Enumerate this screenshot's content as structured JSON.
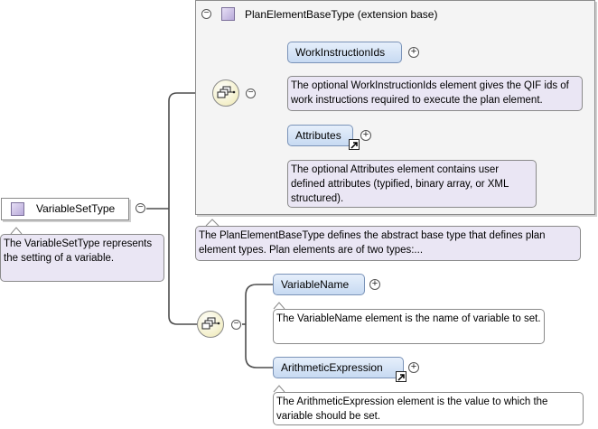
{
  "extension_group": {
    "title": "PlanElementBaseType (extension base)",
    "doc": "The PlanElementBaseType defines the abstract base type that defines plan element types. Plan elements are of two types:..."
  },
  "root_type": {
    "label": "VariableSetType",
    "doc": "The VariableSetType represents the setting of a variable."
  },
  "elements": {
    "work_instruction_ids": {
      "label": "WorkInstructionIds",
      "doc": "The optional WorkInstructionIds element gives the QIF ids of work instructions required to execute the plan element."
    },
    "attributes": {
      "label": "Attributes",
      "doc": "The optional Attributes element contains user defined attributes (typified, binary array, or XML structured)."
    },
    "variable_name": {
      "label": "VariableName",
      "doc": "The VariableName element is the name of variable to set."
    },
    "arithmetic_expression": {
      "label": "ArithmeticExpression",
      "doc": "The ArithmeticExpression element is the value to which the variable should be set."
    }
  },
  "icons": {
    "expand": "plus-icon",
    "collapse": "minus-icon",
    "sequence": "sequence-compositor-icon",
    "reference": "reference-arrow-icon",
    "type": "complex-type-icon"
  },
  "colors": {
    "element_fill": "#d4e3f7",
    "doc_fill": "#eae6f4",
    "ext_fill": "#f4f4f4",
    "type_square": "#c9bce6"
  }
}
